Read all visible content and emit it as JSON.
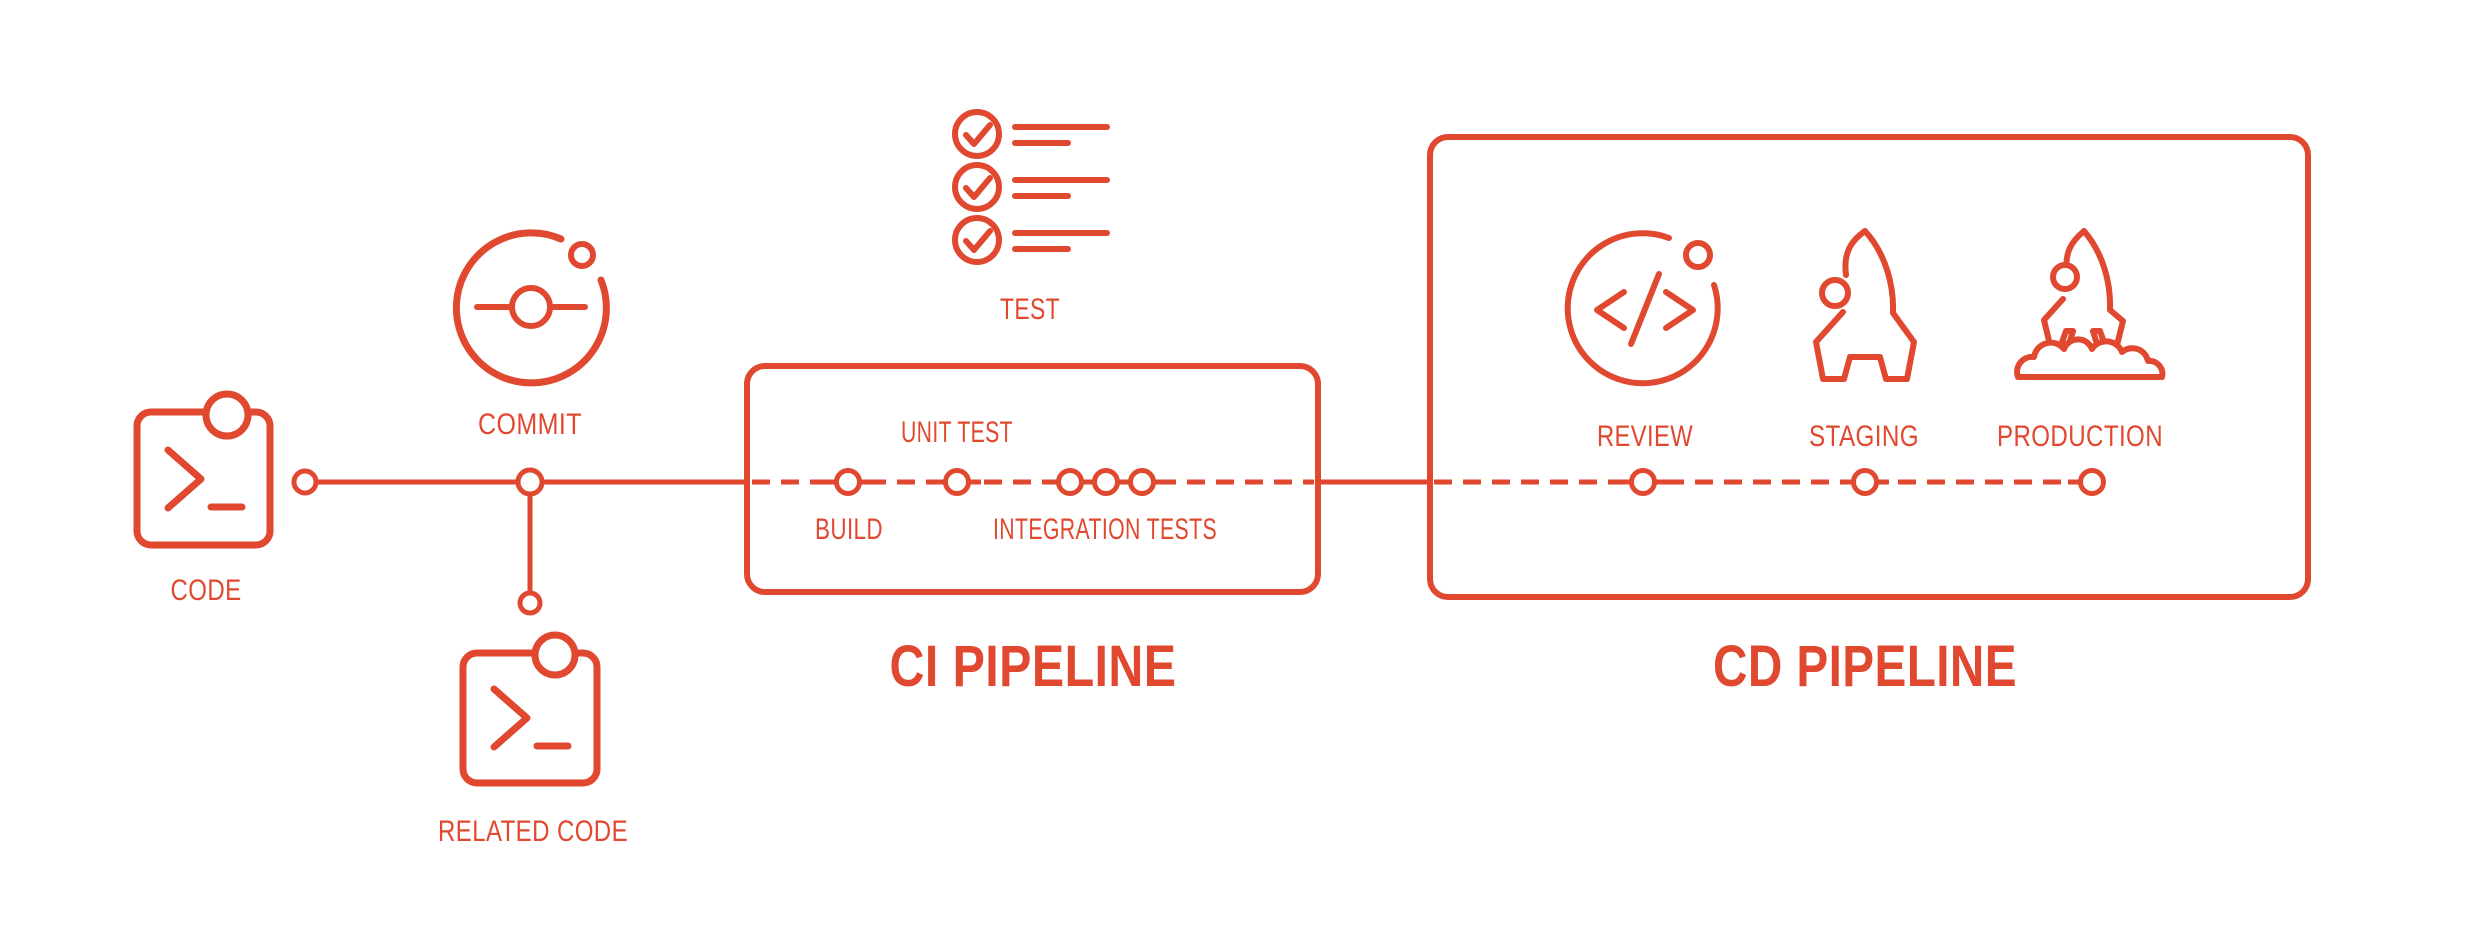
{
  "colors": {
    "accent": "#e0482f",
    "background": "#ffffff"
  },
  "pipeline": {
    "stages": {
      "code": {
        "label": "CODE",
        "icon": "terminal-code-icon"
      },
      "commit": {
        "label": "COMMIT",
        "icon": "commit-orbit-icon"
      },
      "related_code": {
        "label": "RELATED CODE",
        "icon": "terminal-code-icon"
      },
      "test": {
        "label": "TEST",
        "icon": "checklist-checks-icon"
      },
      "build": {
        "label": "BUILD"
      },
      "unit_test": {
        "label": "UNIT TEST"
      },
      "integration_tests": {
        "label": "INTEGRATION TESTS"
      },
      "review": {
        "label": "REVIEW",
        "icon": "code-review-icon"
      },
      "staging": {
        "label": "STAGING",
        "icon": "rocket-icon"
      },
      "production": {
        "label": "PRODUCTION",
        "icon": "rocket-launch-icon"
      }
    },
    "sections": {
      "ci": {
        "title": "CI PIPELINE"
      },
      "cd": {
        "title": "CD PIPELINE"
      }
    }
  }
}
